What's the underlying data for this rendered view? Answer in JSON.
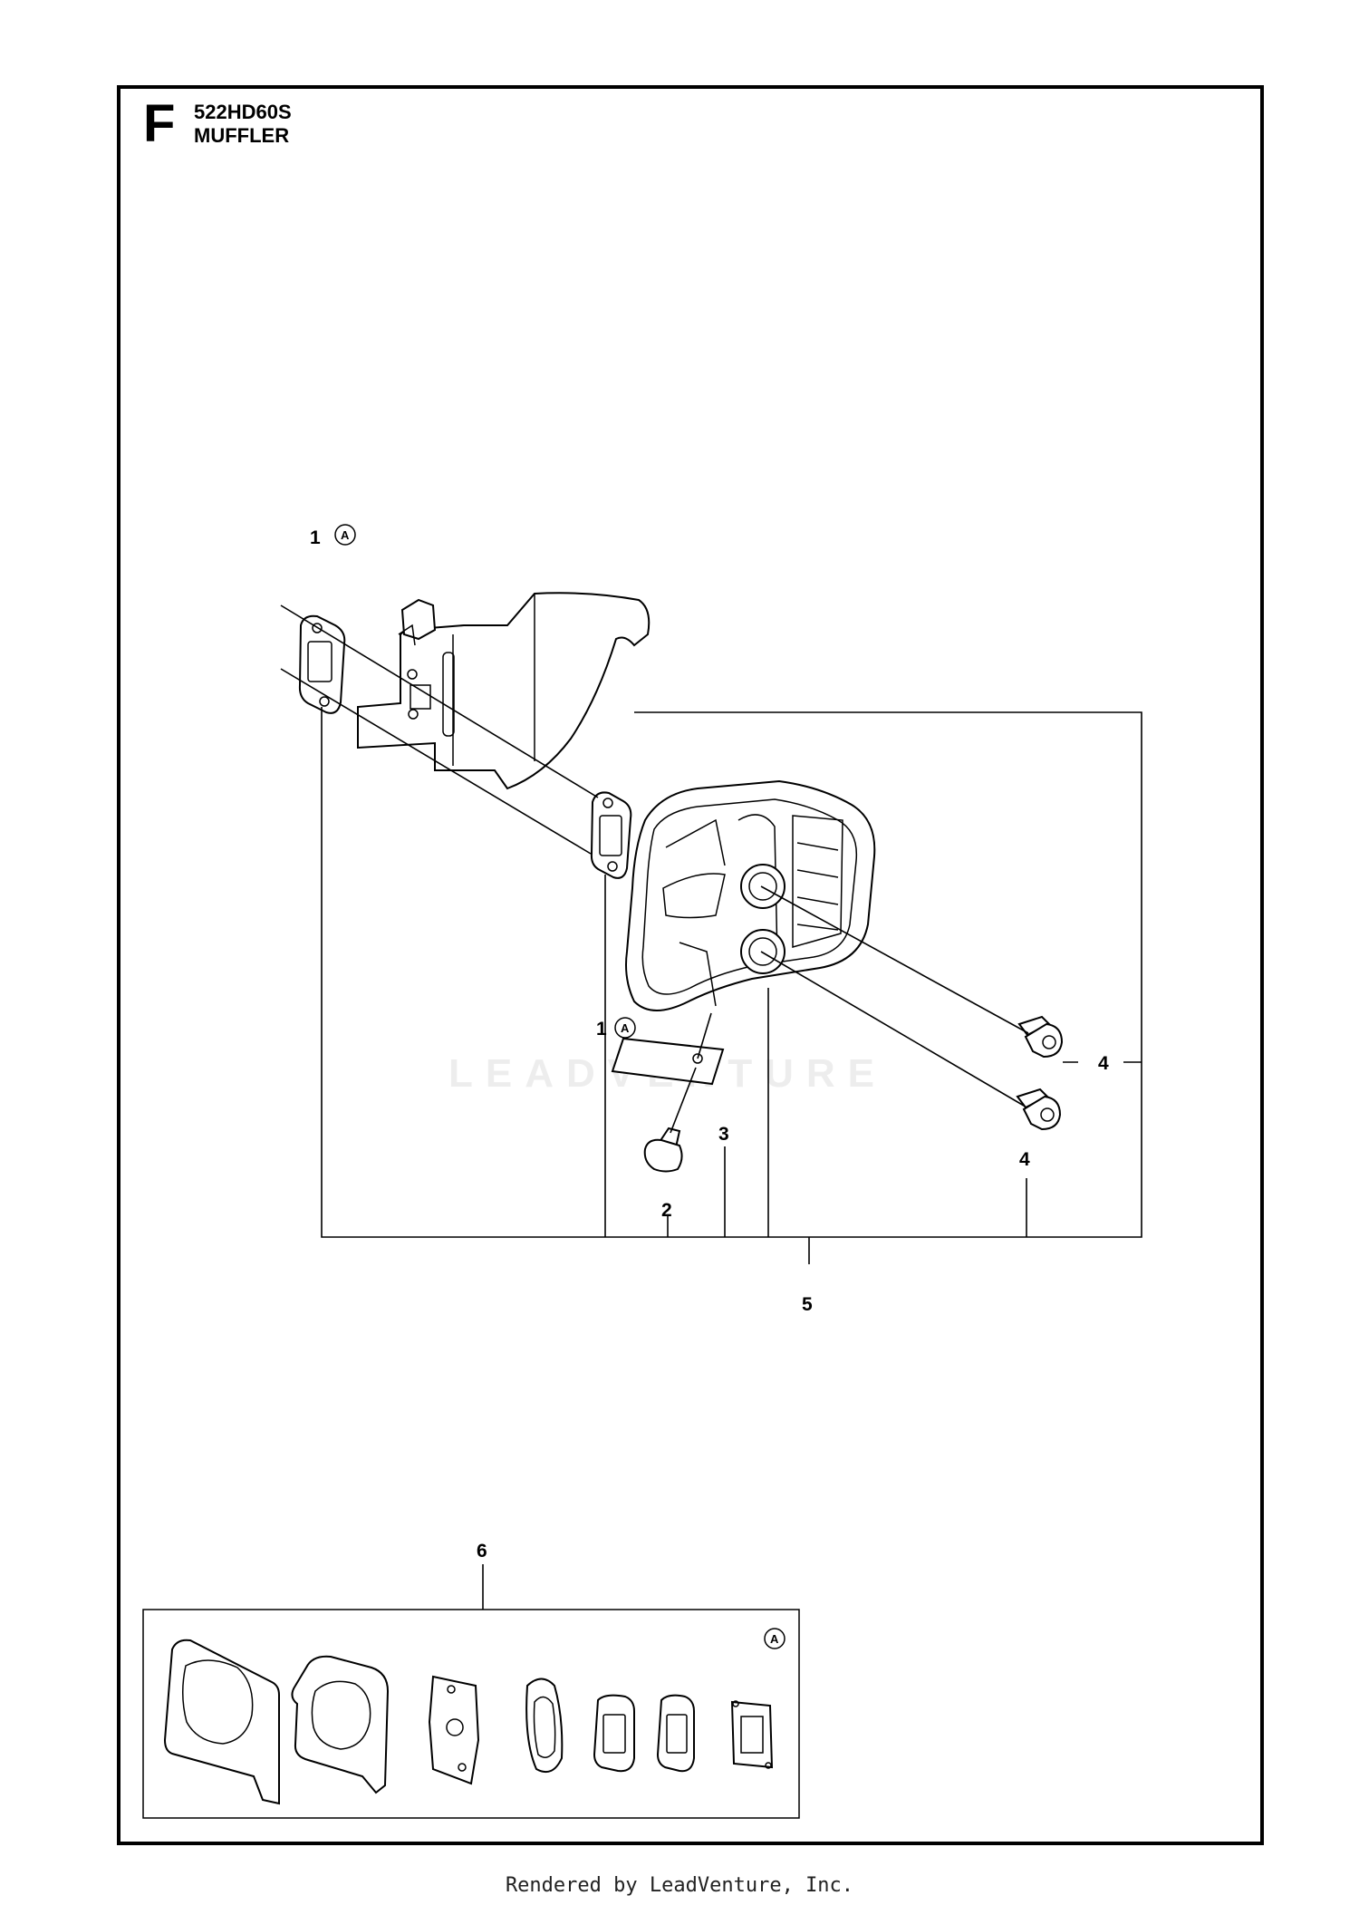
{
  "header": {
    "section_letter": "F",
    "model": "522HD60S",
    "title": "MUFFLER"
  },
  "callouts": {
    "gasket_1": "1",
    "gasket_1_b": "1",
    "screw_2": "2",
    "plate_3": "3",
    "bolt_4_upper": "4",
    "bolt_4_lower": "4",
    "muffler_kit_5": "5",
    "gasket_kit_6": "6",
    "ref_a": "A"
  },
  "watermark": "LEADVENTURE",
  "footer": "Rendered by LeadVenture, Inc."
}
